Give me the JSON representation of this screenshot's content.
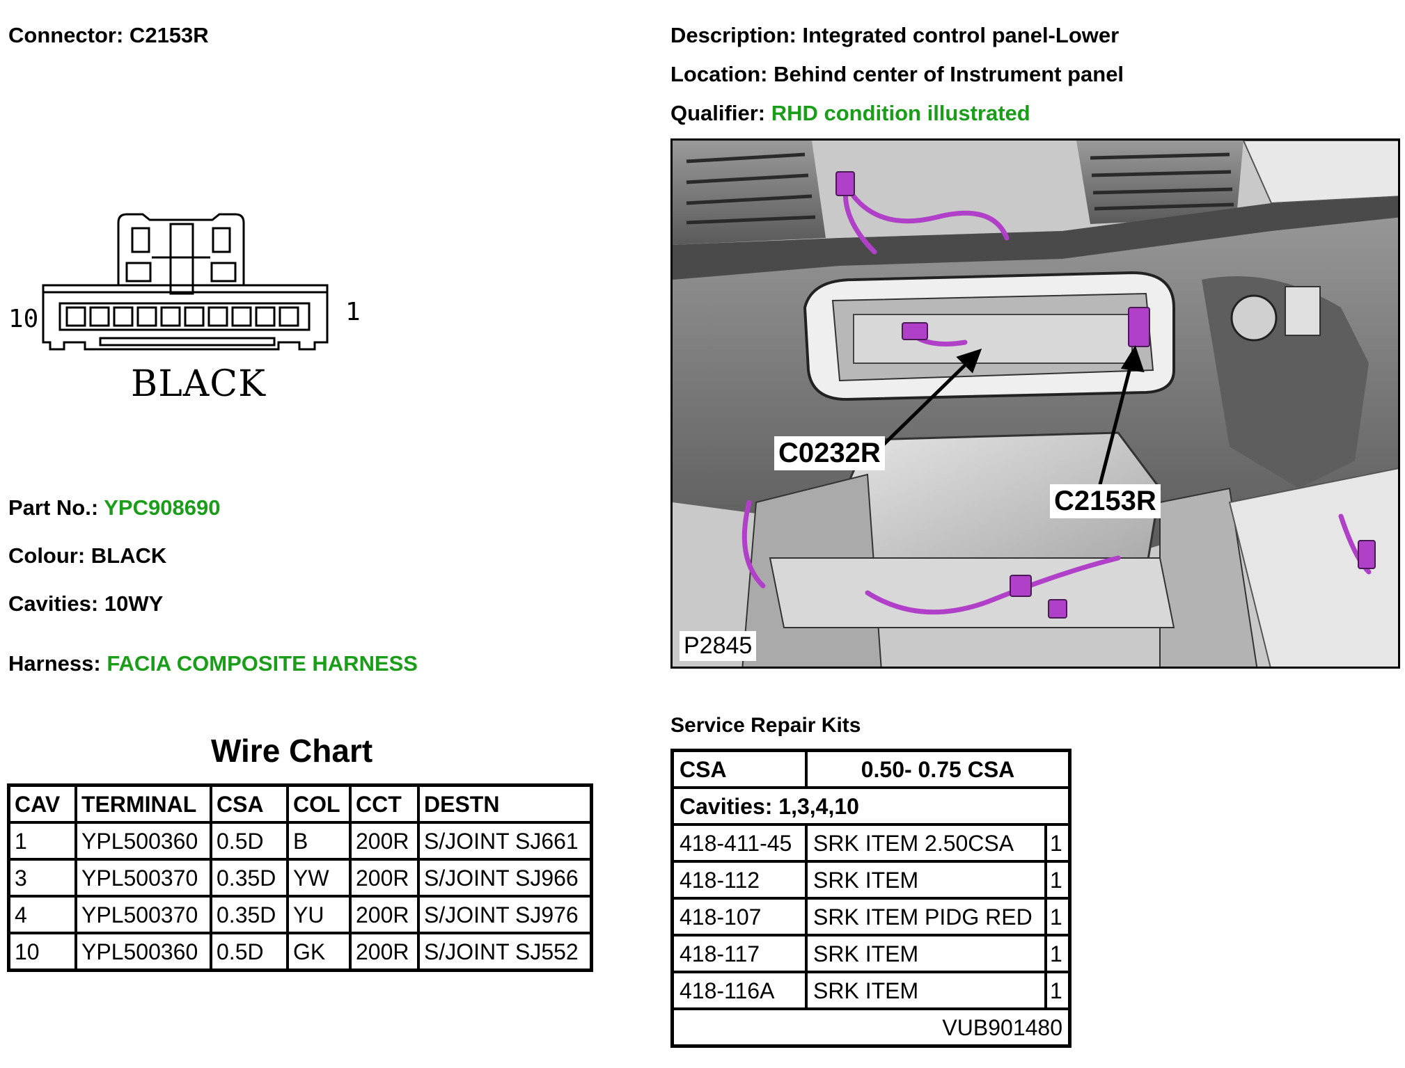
{
  "header": {
    "connector_label": "Connector: C2153R",
    "description_label": "Description: Integrated control panel-Lower",
    "location_label": "Location: Behind center of Instrument panel",
    "qualifier_key": "Qualifier:",
    "qualifier_value": "RHD condition illustrated"
  },
  "connector_diagram": {
    "pin_left": "10",
    "pin_right": "1",
    "colour_text": "BLACK",
    "icon": "connector-face-icon"
  },
  "details": {
    "part_key": "Part No.:",
    "part_value": "YPC908690",
    "colour_label": "Colour: BLACK",
    "cavities_label": "Cavities: 10WY",
    "harness_key": "Harness:",
    "harness_value": "FACIA COMPOSITE HARNESS"
  },
  "wire_chart": {
    "title": "Wire Chart",
    "headers": [
      "CAV",
      "TERMINAL",
      "CSA",
      "COL",
      "CCT",
      "DESTN"
    ],
    "rows": [
      [
        "1",
        "YPL500360",
        "0.5D",
        "B",
        "200R",
        "S/JOINT SJ661"
      ],
      [
        "3",
        "YPL500370",
        "0.35D",
        "YW",
        "200R",
        "S/JOINT SJ966"
      ],
      [
        "4",
        "YPL500370",
        "0.35D",
        "YU",
        "200R",
        "S/JOINT SJ976"
      ],
      [
        "10",
        "YPL500360",
        "0.5D",
        "GK",
        "200R",
        "S/JOINT SJ552"
      ]
    ]
  },
  "photo": {
    "callout_1": "C0232R",
    "callout_2": "C2153R",
    "figure_code": "P2845"
  },
  "service_kits": {
    "title": "Service Repair Kits",
    "csa_key": "CSA",
    "csa_value": "0.50- 0.75 CSA",
    "cavities": "Cavities: 1,3,4,10",
    "rows": [
      [
        "418-411-45",
        "SRK ITEM 2.50CSA",
        "1"
      ],
      [
        "418-112",
        "SRK ITEM",
        "1"
      ],
      [
        "418-107",
        "SRK ITEM PIDG RED",
        "1"
      ],
      [
        "418-117",
        "SRK ITEM",
        "1"
      ],
      [
        "418-116A",
        "SRK ITEM",
        "1"
      ]
    ],
    "footer_code": "VUB901480"
  },
  "colors": {
    "accent_green": "#1a9e1a",
    "harness_magenta": "#b040c8"
  }
}
